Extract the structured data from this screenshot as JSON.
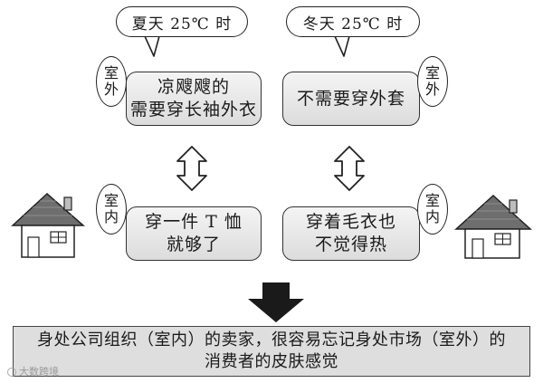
{
  "summer": {
    "title": "夏天 25℃ 时",
    "outdoor_tag": [
      "室",
      "外"
    ],
    "outdoor_text": "凉飕飕的\n需要穿长袖外衣",
    "indoor_tag": [
      "室",
      "内"
    ],
    "indoor_text": "穿一件 T 恤\n就够了"
  },
  "winter": {
    "title": "冬天 25℃ 时",
    "outdoor_tag": [
      "室",
      "外"
    ],
    "outdoor_text": "不需要穿外套",
    "indoor_tag": [
      "室",
      "内"
    ],
    "indoor_text": "穿着毛衣也\n不觉得热"
  },
  "caption": "身处公司组织（室内）的卖家，很容易忘记身处市场（室外）的\n消费者的皮肤感觉",
  "watermark": "大数跨境",
  "colors": {
    "panel": "#e6e6e6",
    "caption": "#dedede",
    "arrow": "#1a1a1a",
    "roof": "#6e6e6e"
  }
}
